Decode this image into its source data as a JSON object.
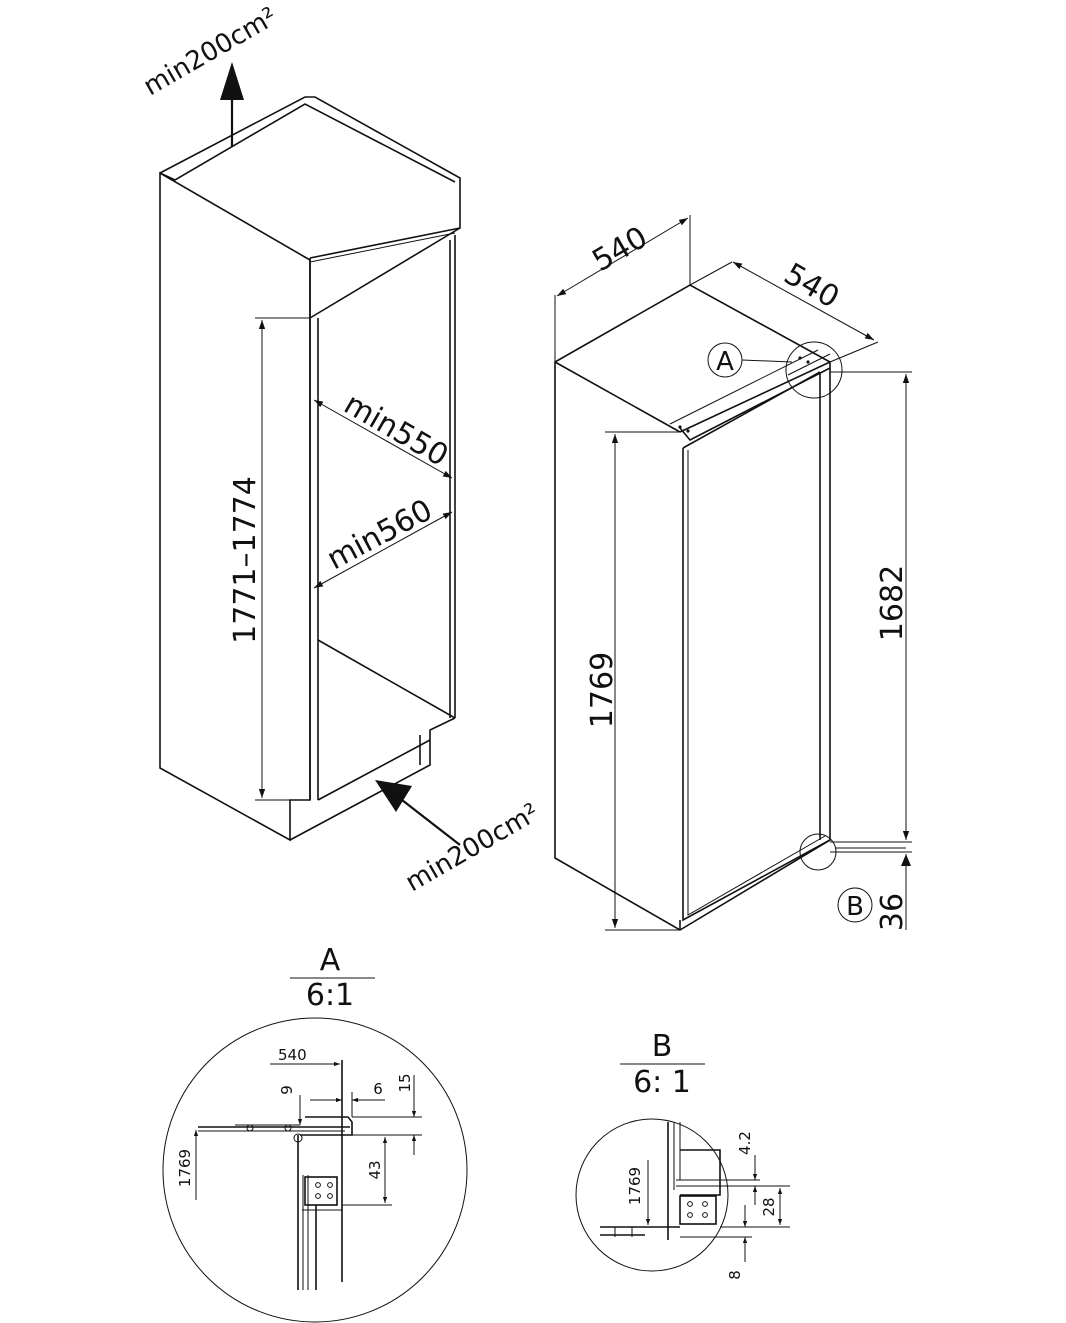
{
  "cabinet": {
    "vent_top": "min200cm²",
    "vent_bottom": "min200cm²",
    "niche_height": "1771–1774",
    "niche_depth": "min550",
    "niche_width": "min560"
  },
  "appliance": {
    "width": "540",
    "depth": "540",
    "height_total": "1769",
    "height_door": "1682",
    "height_base": "36",
    "callout_a": "A",
    "callout_b": "B"
  },
  "detail_a": {
    "title": "A",
    "scale": "6:1",
    "dim_540": "540",
    "dim_9": "9",
    "dim_6": "6",
    "dim_15": "15",
    "dim_43": "43",
    "dim_1769": "1769"
  },
  "detail_b": {
    "title": "B",
    "scale": "6: 1",
    "dim_4_2": "4.2",
    "dim_28": "28",
    "dim_1769": "1769",
    "dim_8": "8"
  }
}
